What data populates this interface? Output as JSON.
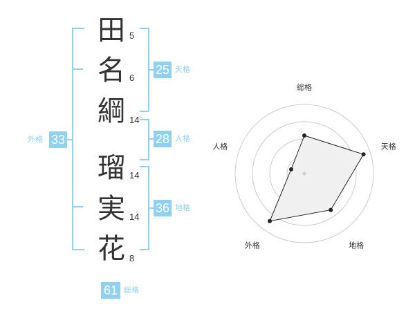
{
  "name": {
    "characters": [
      {
        "char": "田",
        "strokes": "5"
      },
      {
        "char": "名",
        "strokes": "6"
      },
      {
        "char": "綱",
        "strokes": "14"
      },
      {
        "char": "瑠",
        "strokes": "14"
      },
      {
        "char": "実",
        "strokes": "14"
      },
      {
        "char": "花",
        "strokes": "8"
      }
    ]
  },
  "kaku": {
    "tenkaku": {
      "value": "25",
      "label": "天格"
    },
    "jinkaku": {
      "value": "28",
      "label": "人格"
    },
    "chikaku": {
      "value": "36",
      "label": "地格"
    },
    "gaikaku": {
      "value": "33",
      "label": "外格"
    },
    "soukaku": {
      "value": "61",
      "label": "総格"
    }
  },
  "colors": {
    "accent": "#8fd1f5",
    "text": "#333333",
    "polygon_fill": "#f0f0f0",
    "ring": "#cccccc"
  },
  "chart_data": {
    "type": "radar",
    "axes": [
      "総格",
      "天格",
      "地格",
      "外格",
      "人格"
    ],
    "values": [
      0.55,
      0.9,
      0.65,
      0.85,
      0.2
    ],
    "rings": 4
  }
}
